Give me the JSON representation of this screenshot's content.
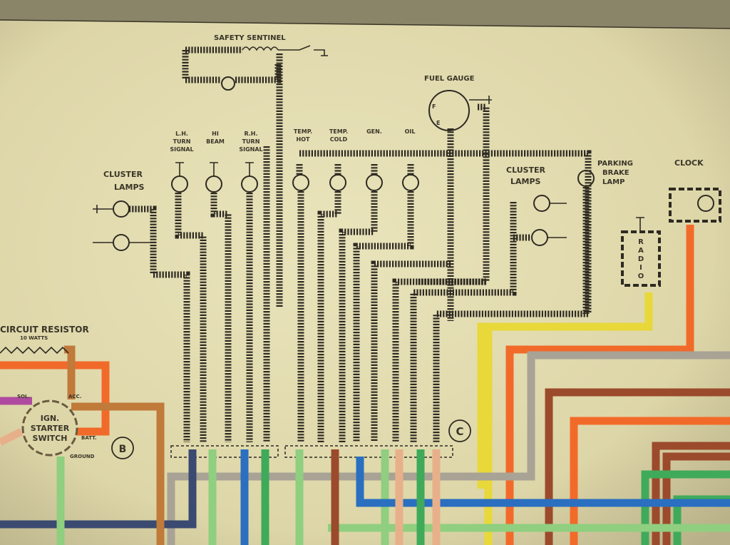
{
  "title": "Instrument Cluster Wiring Diagram",
  "labels": {
    "safety_sentinel": "SAFETY SENTINEL",
    "fuel_gauge": "FUEL GAUGE",
    "lh_turn": [
      "L.H.",
      "TURN",
      "SIGNAL"
    ],
    "hi_beam": [
      "HI",
      "BEAM"
    ],
    "rh_turn": [
      "R.H.",
      "TURN",
      "SIGNAL"
    ],
    "temp_hot": [
      "TEMP.",
      "HOT"
    ],
    "temp_cold": [
      "TEMP.",
      "COLD"
    ],
    "gen": "GEN.",
    "oil": "OIL",
    "cluster_lamps_left": [
      "CLUSTER",
      "LAMPS"
    ],
    "cluster_lamps_right": [
      "CLUSTER",
      "LAMPS"
    ],
    "parking_brake": [
      "PARKING",
      "BRAKE",
      "LAMP"
    ],
    "clock": "CLOCK",
    "radio": [
      "R",
      "A",
      "D",
      "I",
      "O"
    ],
    "circuit_resistor": "CIRCUIT RESISTOR",
    "resistor_watts": "10 WATTS",
    "ign_switch": [
      "IGN.",
      "STARTER",
      "SWITCH"
    ],
    "sol": "SOL.",
    "acc": "ACC.",
    "batt": "BATT.",
    "ground": "GROUND",
    "connector_b": "B",
    "connector_c": "C"
  },
  "wire_colors": {
    "orange": "#f26a2a",
    "yellow": "#e8d83a",
    "gray": "#a8a395",
    "brown": "#9c4a2c",
    "tan": "#c07a3a",
    "green": "#3faa5a",
    "light_green": "#8fcf7f",
    "blue": "#2a6fc0",
    "purple": "#b04aa0",
    "peach": "#e8b08a",
    "dark_blue": "#3a4a70"
  }
}
